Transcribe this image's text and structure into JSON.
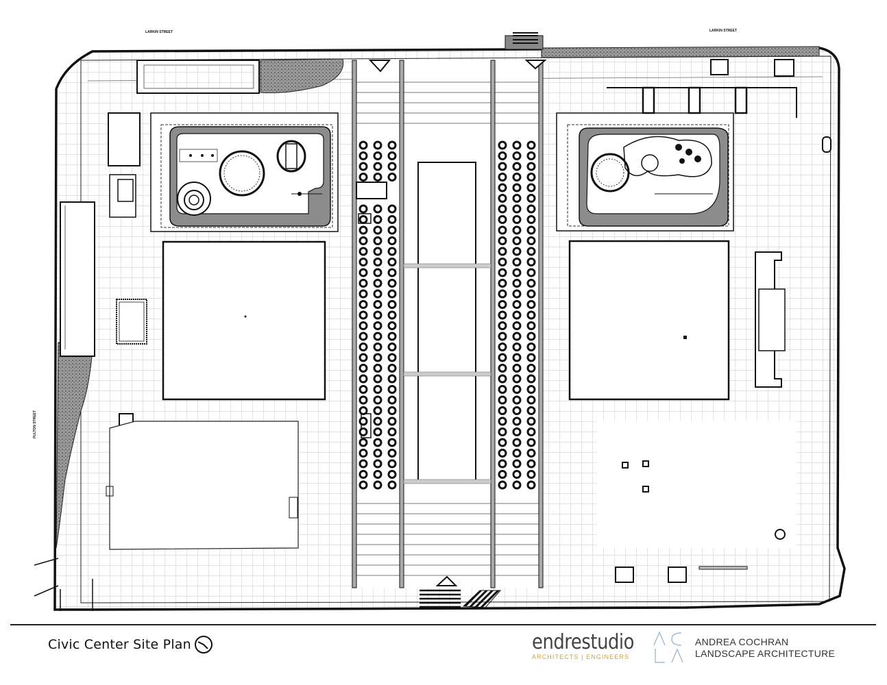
{
  "plan": {
    "title": "Civic Center Site Plan",
    "street_labels": {
      "top_left": "LARKIN STREET",
      "top_right": "LARKIN STREET",
      "left": "FULTON STREET"
    }
  },
  "credits": {
    "firm1": {
      "name": "endrestudio",
      "tagline": "ARCHITECTS | ENGINEERS",
      "accent": "#c9a43a"
    },
    "firm2": {
      "logo_letters": "ACLA",
      "line1": "ANDREA COCHRAN",
      "line2": "LANDSCAPE ARCHITECTURE",
      "logo_color": "#8fb0cc"
    }
  },
  "icons": [
    "north-arrow-icon",
    "acla-logo-icon"
  ]
}
